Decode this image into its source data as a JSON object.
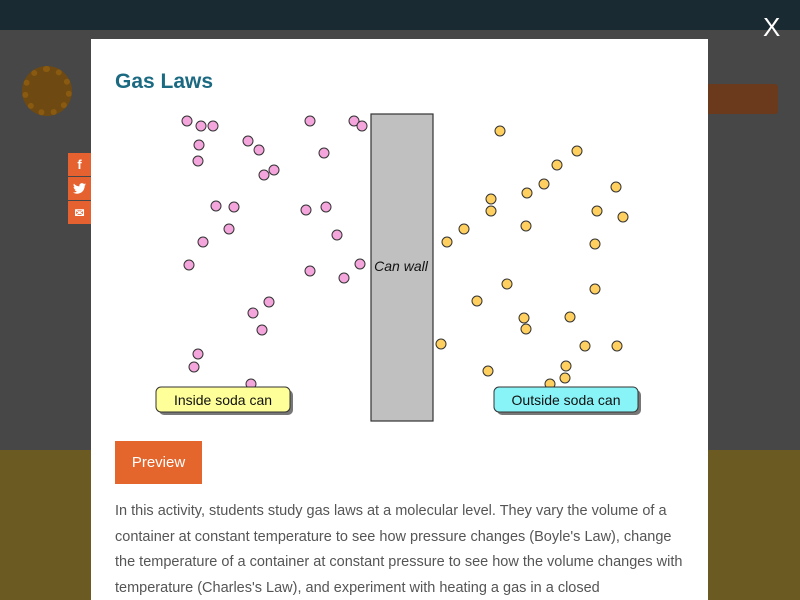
{
  "modal": {
    "close_label": "X",
    "title": "Gas Laws",
    "preview_label": "Preview",
    "description": "In this activity, students study gas laws at a molecular level. They vary the volume of a container at constant temperature to see how pressure changes (Boyle's Law), change the temperature of a container at constant pressure to see how the volume changes with temperature (Charles's Law), and experiment with heating a gas in a closed"
  },
  "share": {
    "facebook_icon": "f",
    "twitter_icon": "t",
    "email_icon": "✉"
  },
  "simulation": {
    "inside_label": "Inside soda can",
    "wall_label": "Can wall",
    "outside_label": "Outside soda can",
    "colors": {
      "inside_particle": "#f4a6dc",
      "outside_particle": "#ffd060",
      "wall": "#c0c0c0",
      "inside_label_bg": "#ffff99",
      "outside_label_bg": "#88f4f8"
    }
  }
}
